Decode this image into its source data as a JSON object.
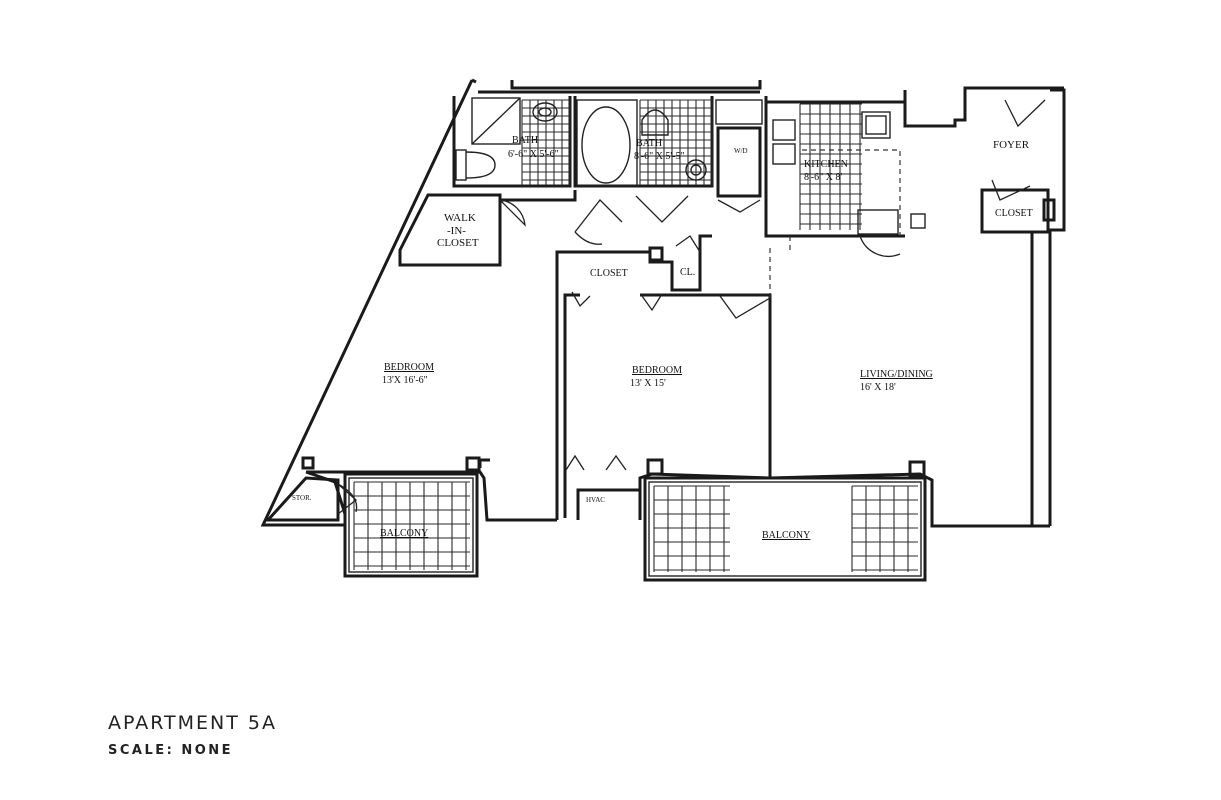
{
  "title": "APARTMENT 5A",
  "scale": "SCALE: NONE",
  "rooms": {
    "bath1": {
      "name": "BATH",
      "dims": "6'-6\" X 5'-6\""
    },
    "bath2": {
      "name": "BATH",
      "dims": "8'-6\" X 5'-5\""
    },
    "wd": {
      "name": "W/D"
    },
    "kitchen": {
      "name": "KITCHEN",
      "dims": "8'-6\" X 8'"
    },
    "foyer": {
      "name": "FOYER"
    },
    "foyer_closet": {
      "name": "CLOSET"
    },
    "walk_in": {
      "line1": "WALK",
      "line2": "-IN-",
      "line3": "CLOSET"
    },
    "closet": {
      "name": "CLOSET"
    },
    "cl": {
      "name": "CL."
    },
    "bedroom1": {
      "name": "BEDROOM",
      "dims": "13'X 16'-6\""
    },
    "bedroom2": {
      "name": "BEDROOM",
      "dims": "13'  X 15'"
    },
    "living": {
      "name": "LIVING/DINING",
      "dims": "16' X 18'"
    },
    "stor": {
      "name": "STOR."
    },
    "hvac": {
      "name": "HVAC"
    },
    "balcony1": {
      "name": "BALCONY"
    },
    "balcony2": {
      "name": "BALCONY"
    }
  }
}
